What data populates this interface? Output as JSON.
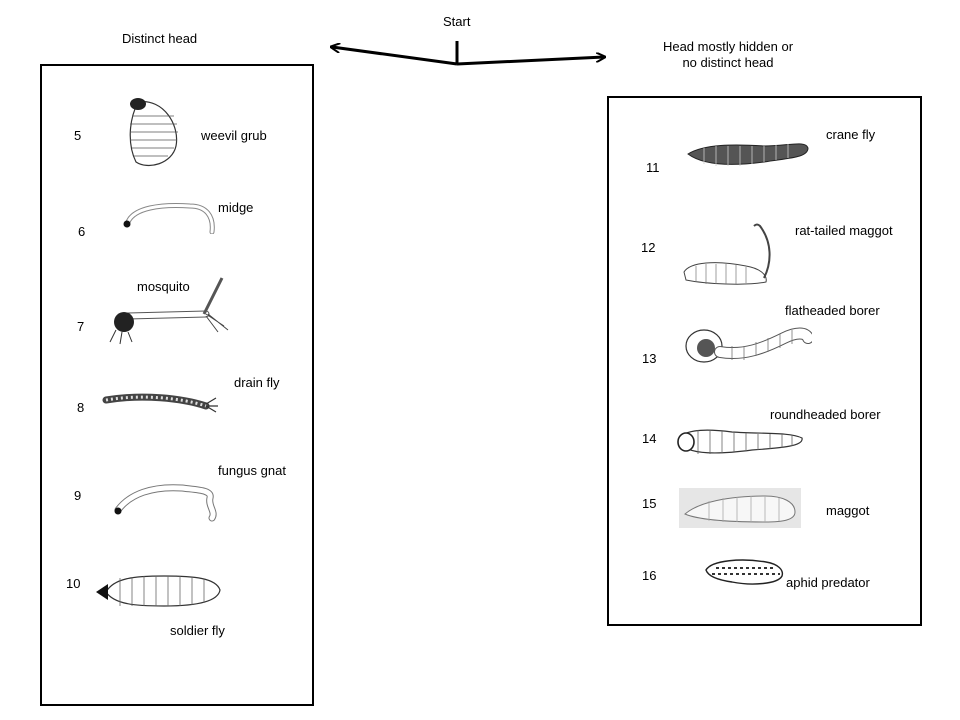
{
  "start": "Start",
  "left_heading": "Distinct head",
  "right_heading_line1": "Head mostly hidden or",
  "right_heading_line2": "no distinct head",
  "left_items": [
    {
      "num": "5",
      "label": "weevil grub",
      "icon": "weevil-grub"
    },
    {
      "num": "6",
      "label": "midge",
      "icon": "midge-larva"
    },
    {
      "num": "7",
      "label": "mosquito",
      "icon": "mosquito-larva"
    },
    {
      "num": "8",
      "label": "drain fly",
      "icon": "drain-fly-larva"
    },
    {
      "num": "9",
      "label": "fungus gnat",
      "icon": "fungus-gnat-larva"
    },
    {
      "num": "10",
      "label": "soldier fly",
      "icon": "soldier-fly-larva"
    }
  ],
  "right_items": [
    {
      "num": "11",
      "label": "crane fly",
      "icon": "crane-fly-larva"
    },
    {
      "num": "12",
      "label": "rat-tailed maggot",
      "icon": "rat-tailed-maggot"
    },
    {
      "num": "13",
      "label": "flatheaded borer",
      "icon": "flatheaded-borer"
    },
    {
      "num": "14",
      "label": "roundheaded borer",
      "icon": "roundheaded-borer"
    },
    {
      "num": "15",
      "label": "maggot",
      "icon": "maggot"
    },
    {
      "num": "16",
      "label": "aphid predator",
      "icon": "aphid-predator-larva"
    }
  ]
}
